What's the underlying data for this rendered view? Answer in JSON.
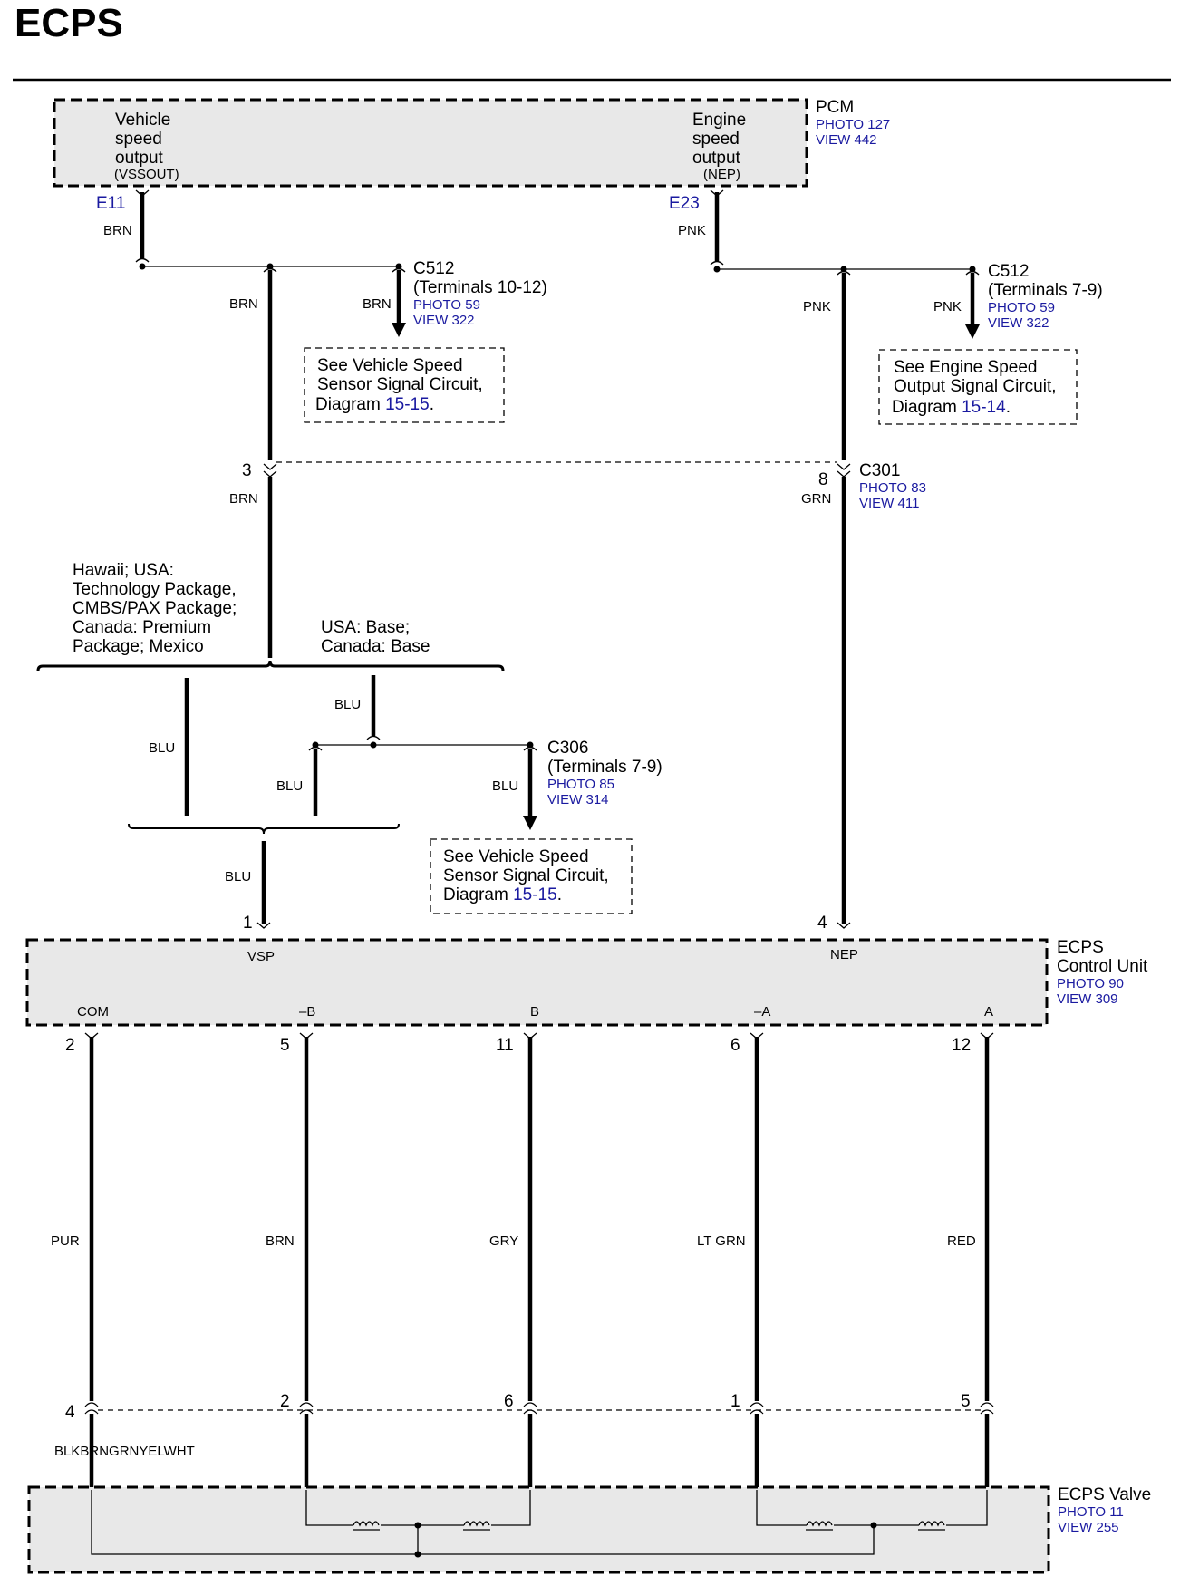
{
  "title": "ECPS",
  "pcm": {
    "name": "PCM",
    "photo": "PHOTO 127",
    "view": "VIEW 442",
    "pin_left_label": [
      "Vehicle",
      "speed",
      "output"
    ],
    "pin_left_code": "(VSSOUT)",
    "pin_right_label": [
      "Engine",
      "speed",
      "output"
    ],
    "pin_right_code": "(NEP)",
    "term_left": "E11",
    "term_right": "E23"
  },
  "c512_left": {
    "name": "C512",
    "terminals": "(Terminals 10-12)",
    "photo": "PHOTO 59",
    "view": "VIEW 322",
    "ref_lines": [
      "See Vehicle Speed",
      "Sensor Signal Circuit,",
      "Diagram "
    ],
    "ref_link": "15-15",
    "ref_end": "."
  },
  "c512_right": {
    "name": "C512",
    "terminals": "(Terminals 7-9)",
    "photo": "PHOTO 59",
    "view": "VIEW 322",
    "ref_lines": [
      "See Engine Speed",
      "Output Signal Circuit,",
      "Diagram "
    ],
    "ref_link": "15-14",
    "ref_end": "."
  },
  "c301": {
    "name": "C301",
    "photo": "PHOTO 83",
    "view": "VIEW 411",
    "pin_left": "3",
    "pin_right": "8"
  },
  "options": {
    "left": [
      "Hawaii; USA:",
      "Technology Package,",
      "CMBS/PAX Package;",
      "Canada: Premium",
      "Package; Mexico"
    ],
    "right": [
      "USA: Base;",
      "Canada: Base"
    ]
  },
  "c306": {
    "name": "C306",
    "terminals": "(Terminals 7-9)",
    "photo": "PHOTO 85",
    "view": "VIEW 314",
    "ref_lines": [
      "See Vehicle Speed",
      "Sensor Signal Circuit,",
      "Diagram "
    ],
    "ref_link": "15-15",
    "ref_end": "."
  },
  "ecu": {
    "name": [
      "ECPS",
      "Control Unit"
    ],
    "photo": "PHOTO 90",
    "view": "VIEW 309",
    "top_pins": [
      {
        "num": "1",
        "label": "VSP"
      },
      {
        "num": "4",
        "label": "NEP"
      }
    ],
    "bottom_pins": [
      {
        "label": "COM",
        "num": "2",
        "wire": "PUR",
        "valve_pin": "4"
      },
      {
        "label": "–B",
        "num": "5",
        "wire": "BRN",
        "valve_pin": "2"
      },
      {
        "label": "B",
        "num": "11",
        "wire": "GRY",
        "valve_pin": "6"
      },
      {
        "label": "–A",
        "num": "6",
        "wire": "LT GRN",
        "valve_pin": "1"
      },
      {
        "label": "A",
        "num": "12",
        "wire": "RED",
        "valve_pin": "5"
      }
    ]
  },
  "valve": {
    "name": "ECPS Valve",
    "photo": "PHOTO 11",
    "view": "VIEW 255",
    "connector_colors": "BLKBRNGRNYELWHT"
  },
  "wire_colors": {
    "brn": "BRN",
    "pnk": "PNK",
    "grn": "GRN",
    "blu": "BLU"
  },
  "colors": {
    "link": "#1a1aa0",
    "box_fill": "#e8e8e8"
  }
}
